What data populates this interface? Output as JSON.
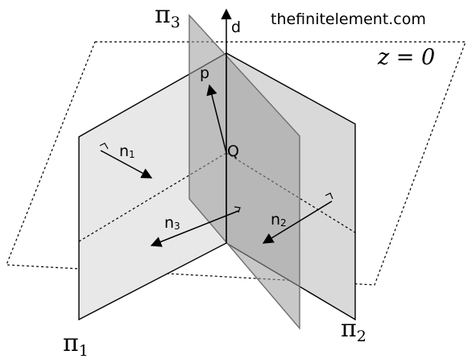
{
  "site": {
    "text": "thefinitelement.com"
  },
  "plane_z": {
    "label": "z = 0"
  },
  "planes": {
    "pi1": {
      "symbol": "π",
      "sub": "1"
    },
    "pi2": {
      "symbol": "π",
      "sub": "2"
    },
    "pi3": {
      "symbol": "π",
      "sub": "3"
    }
  },
  "vectors": {
    "d": "d",
    "p": "p",
    "Q": "Q",
    "n1": {
      "base": "n",
      "sub": "1"
    },
    "n2": {
      "base": "n",
      "sub": "2"
    },
    "n3": {
      "base": "n",
      "sub": "3"
    }
  },
  "colors": {
    "plane_light": "#e6e6e6",
    "plane_mid": "#cfcfcf",
    "plane_dark": "#a9a9a9",
    "line": "#000000"
  }
}
